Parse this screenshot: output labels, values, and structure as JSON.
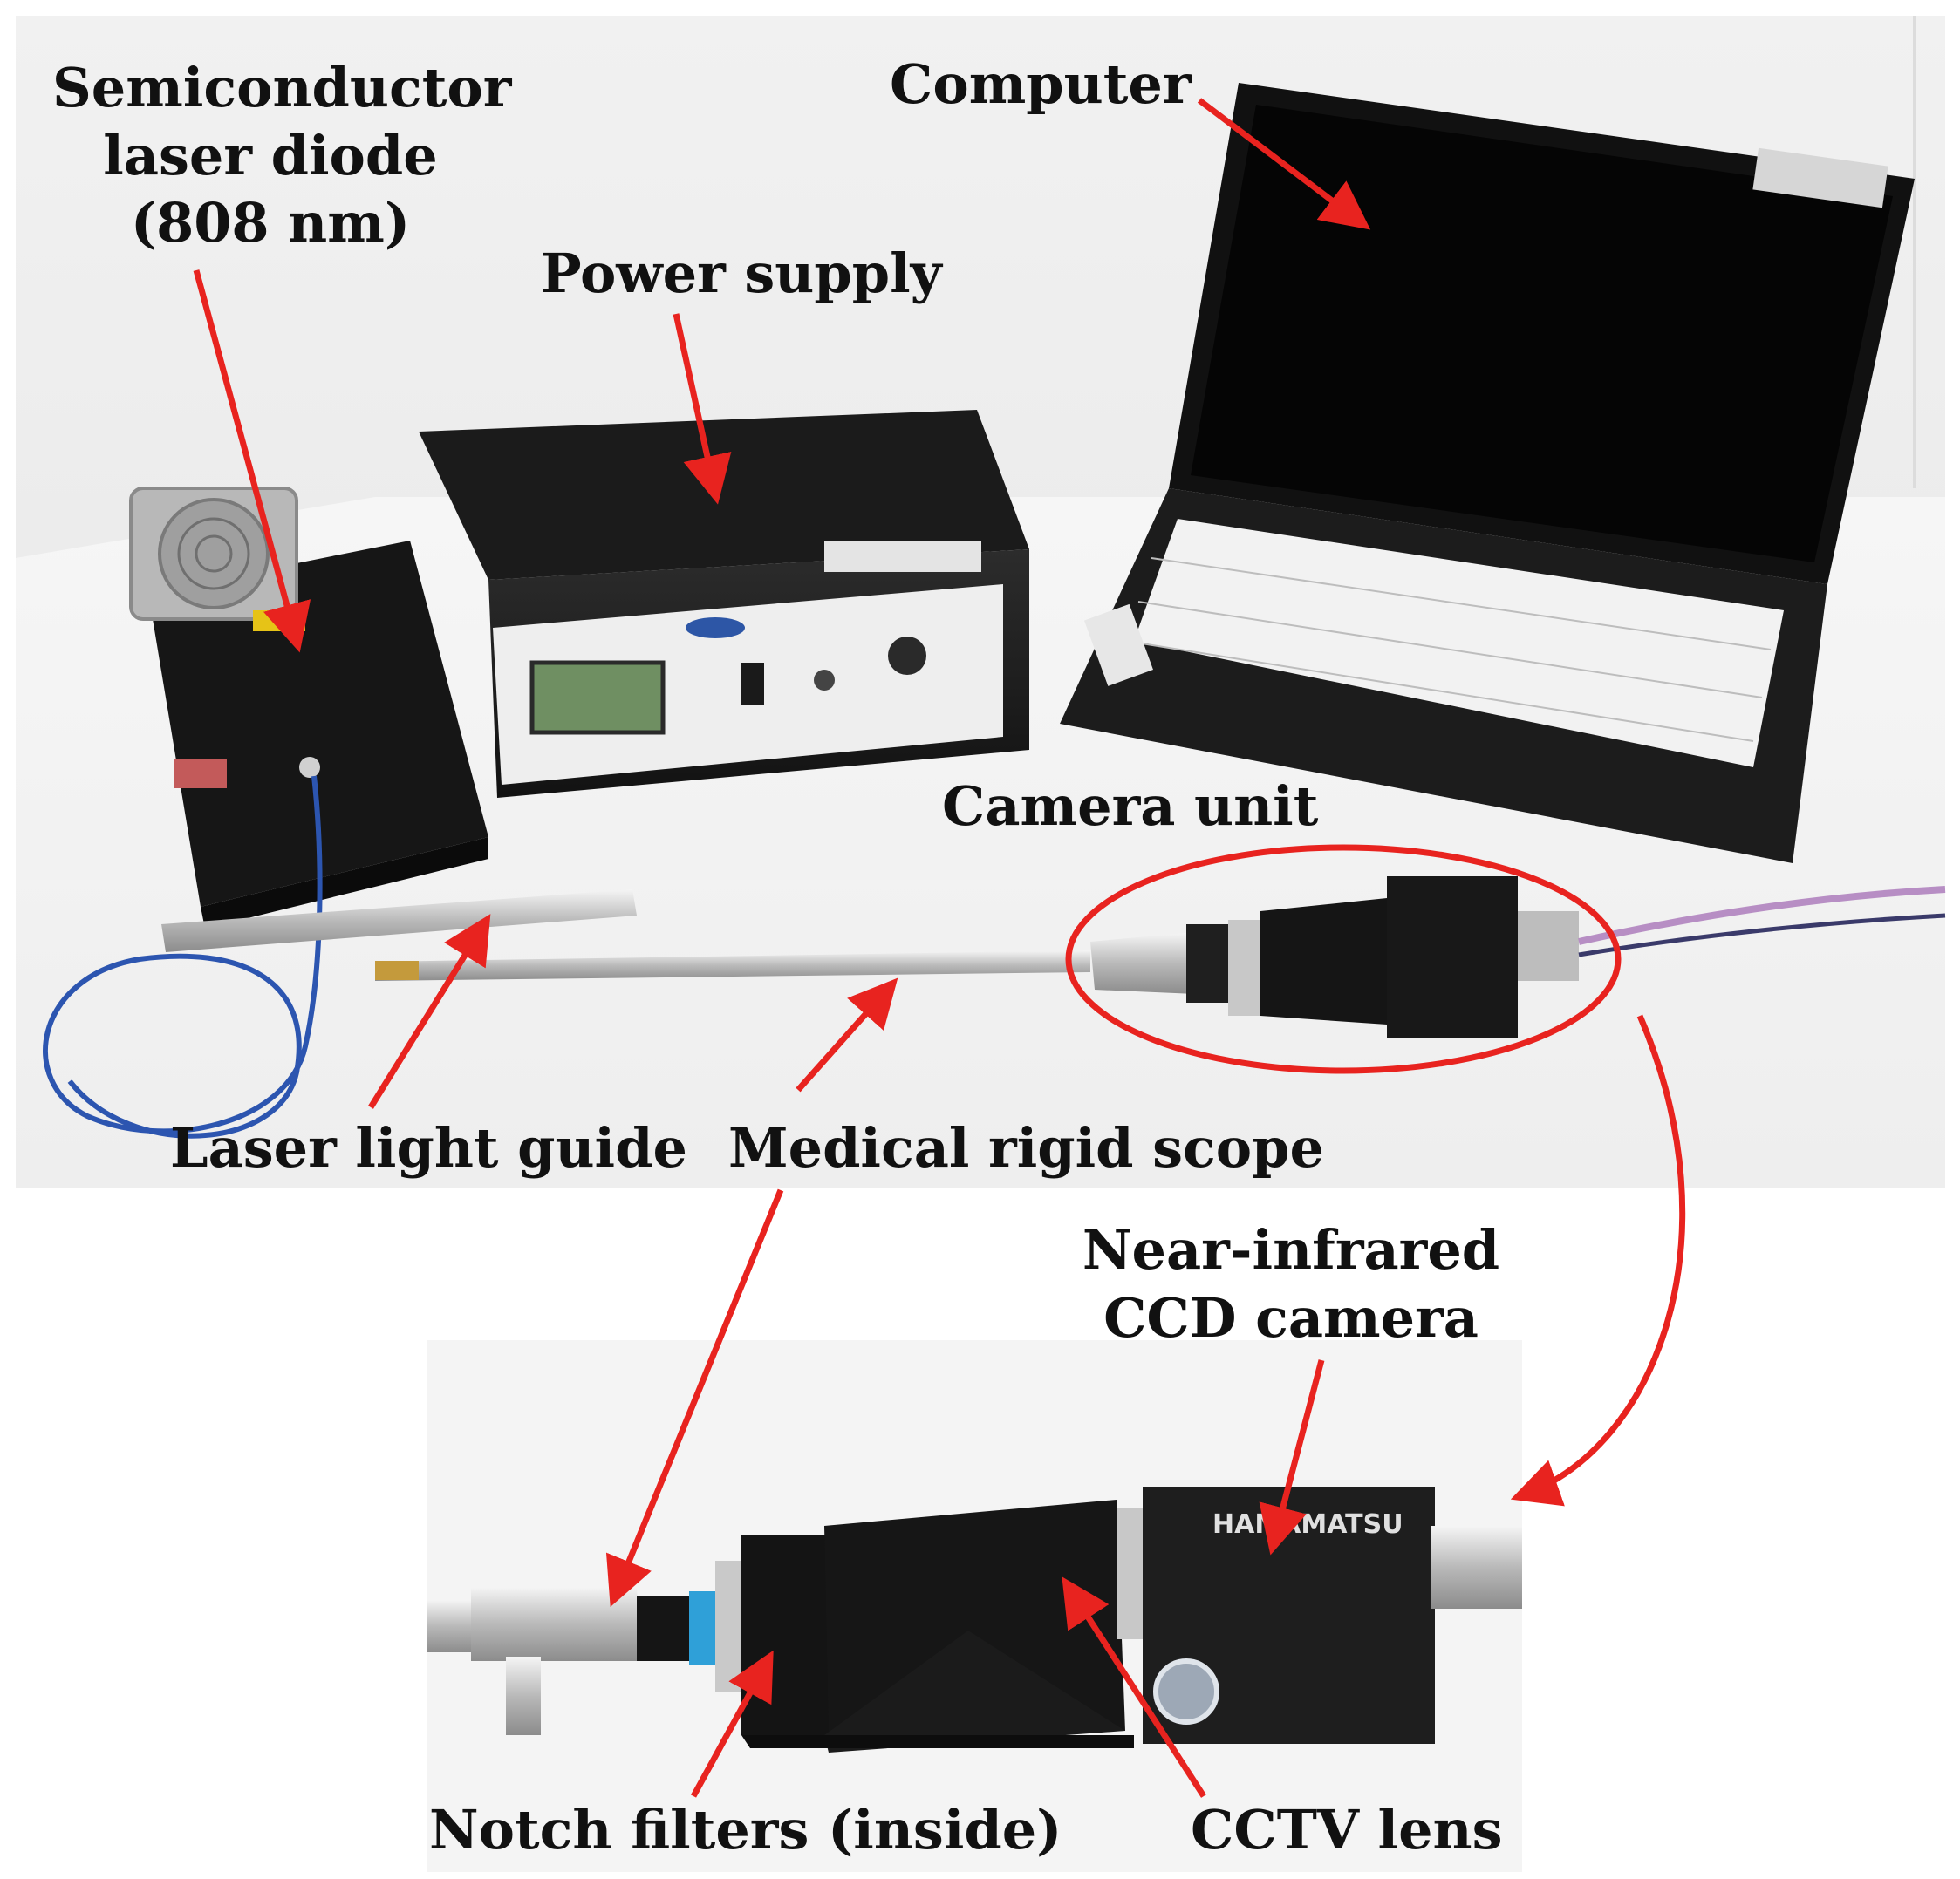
{
  "labels": {
    "laser_diode": [
      "Semiconductor",
      "laser diode",
      "(808 nm)"
    ],
    "computer": "Computer",
    "power_supply": "Power supply",
    "camera_unit": "Camera unit",
    "laser_light_guide": "Laser light guide",
    "medical_rigid_scope": "Medical rigid scope",
    "ccd_camera": [
      "Near-infrared",
      "CCD camera"
    ],
    "notch_filters": "Notch filters (inside)",
    "cctv_lens": "CCTV lens"
  },
  "device_text": {
    "camera_brand": "HAMAMATSU"
  },
  "colors": {
    "arrow": "#e8231f",
    "background_wall": "#eeeeee",
    "table": "#f4f4f4",
    "device_black": "#1a1a1a"
  }
}
